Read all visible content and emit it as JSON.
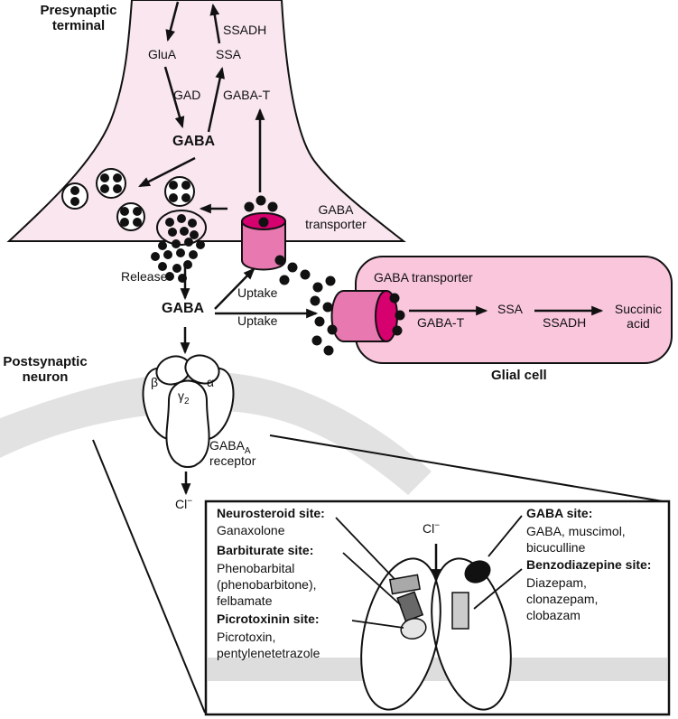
{
  "presynaptic": {
    "label": "Presynaptic terminal",
    "glua": "GluA",
    "ssa": "SSA",
    "ssadh": "SSADH",
    "gad": "GAD",
    "gaba_t": "GABA-T",
    "gaba": "GABA",
    "transporter_label": "GABA transporter",
    "release": "Release"
  },
  "synapse": {
    "gaba": "GABA",
    "uptake_presynaptic": "Uptake",
    "uptake_glial": "Uptake"
  },
  "glial": {
    "transporter_label": "GABA transporter",
    "gaba_t": "GABA-T",
    "ssa": "SSA",
    "ssadh": "SSADH",
    "succinic_acid": "Succinic acid",
    "label": "Glial cell"
  },
  "postsynaptic": {
    "label": "Postsynaptic neuron",
    "beta": "β",
    "gamma": "γ",
    "gamma_sub": "2",
    "alpha": "α",
    "receptor_name": "GABA",
    "receptor_sub": "A",
    "receptor_word": "receptor",
    "chloride": "Cl",
    "chloride_sup": "−"
  },
  "inset": {
    "chloride": "Cl",
    "chloride_sup": "−",
    "sites": [
      {
        "title": "Neurosteroid site:",
        "drugs": "Ganaxolone"
      },
      {
        "title": "Barbiturate site:",
        "drugs": "Phenobarbital (phenobarbitone), felbamate"
      },
      {
        "title": "Picrotoxinin site:",
        "drugs": "Picrotoxin, pentylenetetrazole"
      },
      {
        "title": "GABA site:",
        "drugs": "GABA, muscimol, bicuculline"
      },
      {
        "title": "Benzodiazepine site:",
        "drugs": "Diazepam, clonazepam, clobazam"
      }
    ]
  },
  "colors": {
    "terminal_fill": "#f9e6ef",
    "glial_fill": "#f9c6dc",
    "transporter_body": "#e878b0",
    "transporter_cap": "#d6006f",
    "membrane_gray": "#e2e2e2",
    "outline": "#111111"
  }
}
